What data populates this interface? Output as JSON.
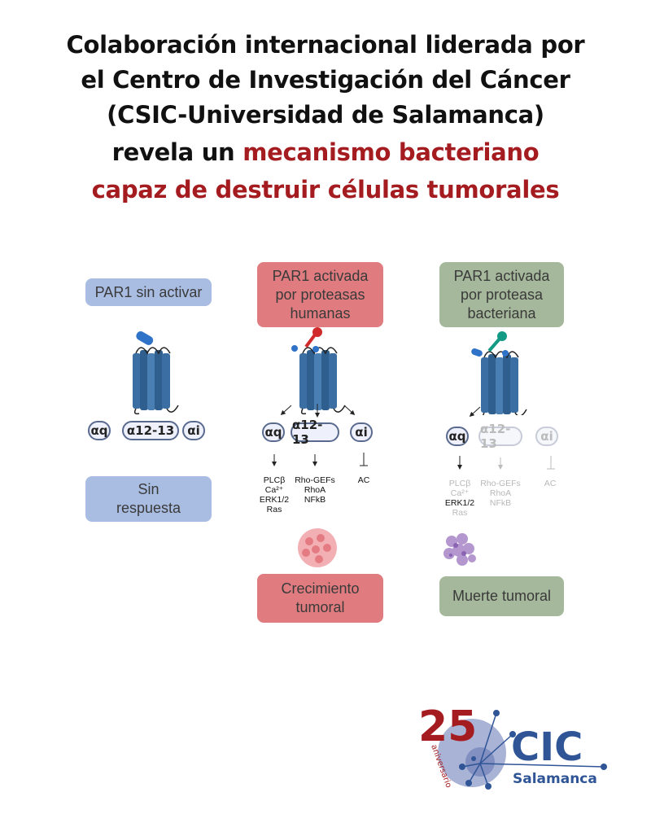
{
  "title": {
    "line1": "Colaboración internacional liderada por",
    "line2": "el Centro de Investigación del Cáncer",
    "line3": "(CSIC-Universidad de Salamanca)",
    "line4_prefix": "revela un ",
    "line4_highlight": "mecanismo bacteriano",
    "line5_highlight": "capaz de destruir células tumorales"
  },
  "columns": [
    {
      "header": "PAR1 sin activar",
      "pills": [
        "αq",
        "α12-13",
        "αi"
      ],
      "result": "Sin\nrespuesta"
    },
    {
      "header": "PAR1 activada\npor proteasas\nhumanas",
      "pills": [
        "αq",
        "α12-13",
        "αi"
      ],
      "effects": [
        "PLCβ\nCa²⁺\nERK1/2\nRas",
        "Rho-GEFs\nRhoA\nNFkB",
        "AC"
      ],
      "result": "Crecimiento\ntumoral"
    },
    {
      "header": "PAR1 activada\npor proteasa\nbacteriana",
      "pills": [
        "αq",
        "α12-13",
        "αi"
      ],
      "effects": [
        "PLCβ\nCa²⁺",
        "ERK1/2",
        "Ras",
        "Rho-GEFs\nRhoA\nNFkB",
        "AC"
      ],
      "result": "Muerte tumoral"
    }
  ],
  "logo": {
    "number": "25",
    "tagline": "aniversario",
    "name": "CIC",
    "city": "Salamanca"
  },
  "colors": {
    "title_red": "#a51c20",
    "blue": "#a9bde3",
    "pink": "#e07c7f",
    "green": "#a6b89b",
    "logo_blue": "#2f5597"
  }
}
